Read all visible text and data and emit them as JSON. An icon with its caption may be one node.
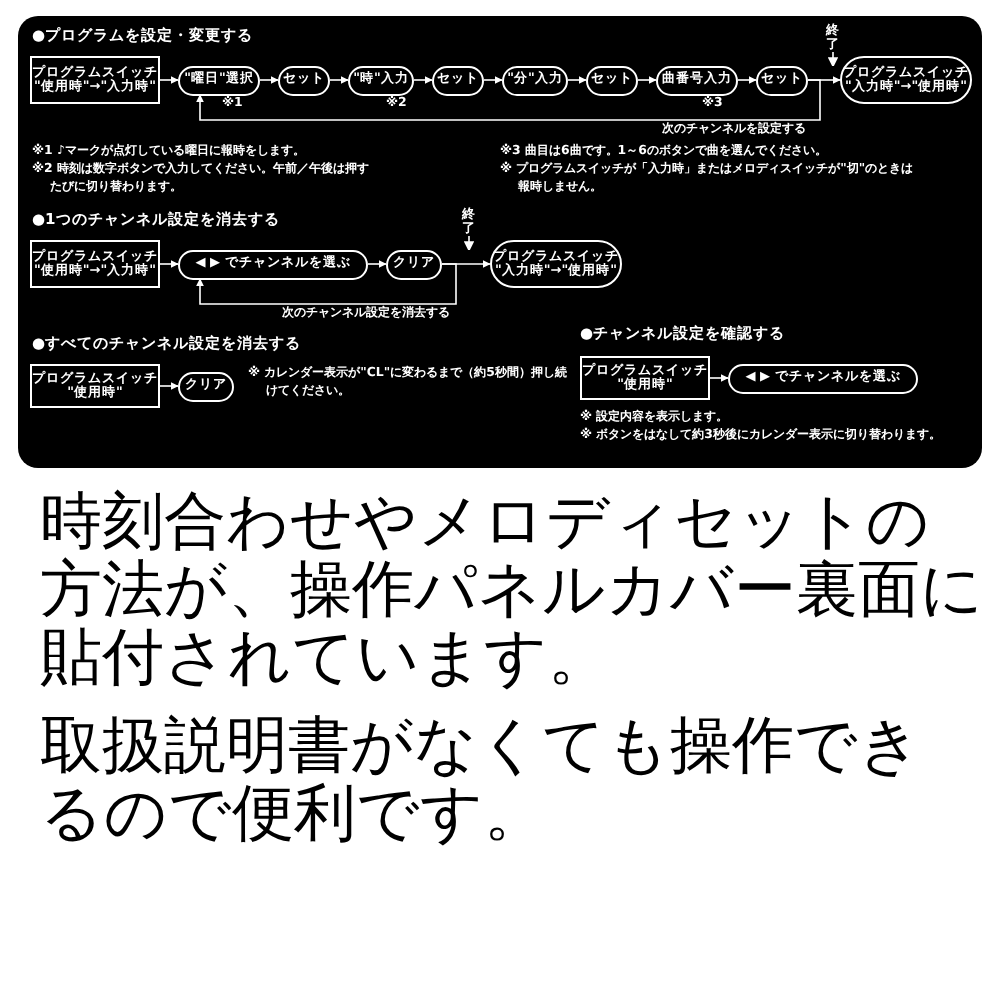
{
  "diagram": {
    "caption": "時刻合わせやメロディセットの方法が、操作パネルカバー裏面に貼付されています。",
    "nodes": [
      {
        "text": [
          "プログラムスイッチ",
          "\"使用時\"→\"入力時\""
        ]
      },
      {
        "text": [
          "\"曜日\"選択"
        ],
        "beside": [
          "※1"
        ]
      },
      {
        "text": [
          "セット"
        ]
      },
      {
        "text": [
          "\"時\"入力"
        ],
        "beside": [
          "※2"
        ]
      },
      {
        "text": [
          "セット"
        ]
      },
      {
        "text": [
          "\"分\"入力"
        ]
      },
      {
        "text": [
          "セット"
        ]
      },
      {
        "text": [
          "曲番号入力"
        ],
        "beside": [
          "※3"
        ]
      },
      {
        "text": [
          "セット"
        ]
      },
      {
        "text": [
          "プログラムスイッチ",
          "\"入力時\"→\"使用時\""
        ]
      },
      {
        "text": [
          "プログラムスイッチ",
          "\"使用時\"→\"入力時\""
        ]
      },
      {
        "text": [
          "◀ ▶ でチャンネルを選ぶ"
        ]
      },
      {
        "text": [
          "クリア"
        ]
      },
      {
        "text": [
          "プログラムスイッチ",
          "\"入力時\"→\"使用時\""
        ]
      },
      {
        "text": [
          "プログラムスイッチ",
          "\"使用時\""
        ]
      },
      {
        "text": [
          "クリア"
        ]
      },
      {
        "text": [
          "プログラムスイッチ",
          "\"使用時\""
        ]
      },
      {
        "text": [
          "◀ ▶ でチャンネルを選ぶ"
        ]
      }
    ],
    "edges": [
      {
        "from": 0,
        "to": 1,
        "arrow": "to"
      },
      {
        "from": 1,
        "to": 2,
        "arrow": "to"
      },
      {
        "from": 2,
        "to": 3,
        "arrow": "to"
      },
      {
        "from": 3,
        "to": 4,
        "arrow": "to"
      },
      {
        "from": 4,
        "to": 5,
        "arrow": "to"
      },
      {
        "from": 5,
        "to": 6,
        "arrow": "to"
      },
      {
        "from": 6,
        "to": 7,
        "arrow": "to"
      },
      {
        "from": 7,
        "to": 8,
        "arrow": "to"
      },
      {
        "from": 8,
        "to": 9,
        "arrow": "to",
        "label": "終了"
      },
      {
        "from": 8,
        "to": 1,
        "arrow": "to",
        "label": "次のチャンネルを設定する"
      },
      {
        "from": 10,
        "to": 11,
        "arrow": "to"
      },
      {
        "from": 11,
        "to": 12,
        "arrow": "to"
      },
      {
        "from": 12,
        "to": 13,
        "arrow": "to",
        "label": "終了"
      },
      {
        "from": 12,
        "to": 11,
        "arrow": "to",
        "label": "次のチャンネル設定を消去する"
      },
      {
        "from": 14,
        "to": 15,
        "arrow": "to"
      },
      {
        "from": 16,
        "to": 17,
        "arrow": "to"
      }
    ],
    "labels": [
      "●プログラムを設定・変更する",
      "※1 ♪マークが点灯している曜日に報時をします。",
      "※2 時刻は数字ボタンで入力してください。午前／午後は押すたびに切り替わります。",
      "※3 曲目は6曲です。1～6のボタンで曲を選んでください。",
      "※ プログラムスイッチが「入力時」またはメロディスイッチが\"切\"のときは報時しません。",
      "●1つのチャンネル設定を消去する",
      "●すべてのチャンネル設定を消去する",
      "※ カレンダー表示が\"CL\"に変わるまで（約5秒間）押し続けてください。",
      "●チャンネル設定を確認する",
      "※ 設定内容を表示します。",
      "※ ボタンをはなして約3秒後にカレンダー表示に切り替わります。",
      "取扱説明書がなくても操作できるので便利です。"
    ]
  }
}
